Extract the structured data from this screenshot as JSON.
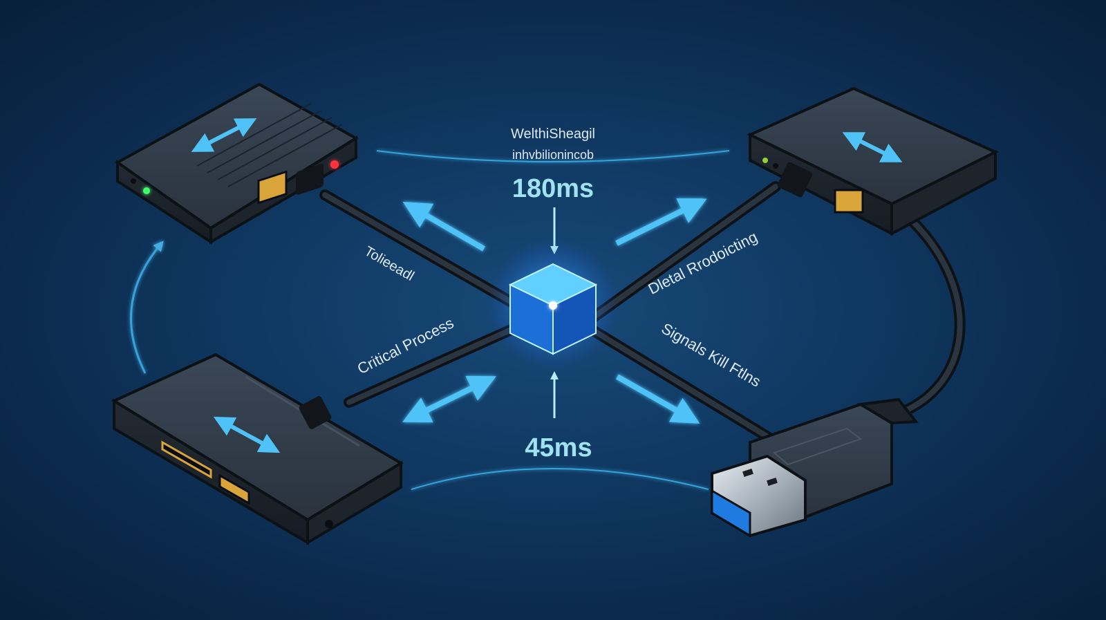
{
  "labels": {
    "top_title": "WelthiSheagil",
    "top_subtitle": "inhvbilionincob",
    "latency_top": "180ms",
    "latency_bottom": "45ms",
    "left_upper": "Tolieeadl",
    "left_lower": "Critical Process",
    "right_upper": "Dletal Rrodoicting",
    "right_lower": "Signals Kill Ftlns"
  },
  "colors": {
    "background": "#0b2a4c",
    "accent": "#4fc3f7",
    "latency_text": "#9fe3f2",
    "device_body": "#2c3540",
    "led_green": "#3dff6a",
    "led_red": "#ff3040",
    "port_gold": "#d9a53a",
    "usb_blue": "#1f7be0"
  },
  "icons": {
    "hub": "glowing-cube-icon",
    "devices": "network-adapter-icon",
    "connector": "usb-plug-icon"
  }
}
